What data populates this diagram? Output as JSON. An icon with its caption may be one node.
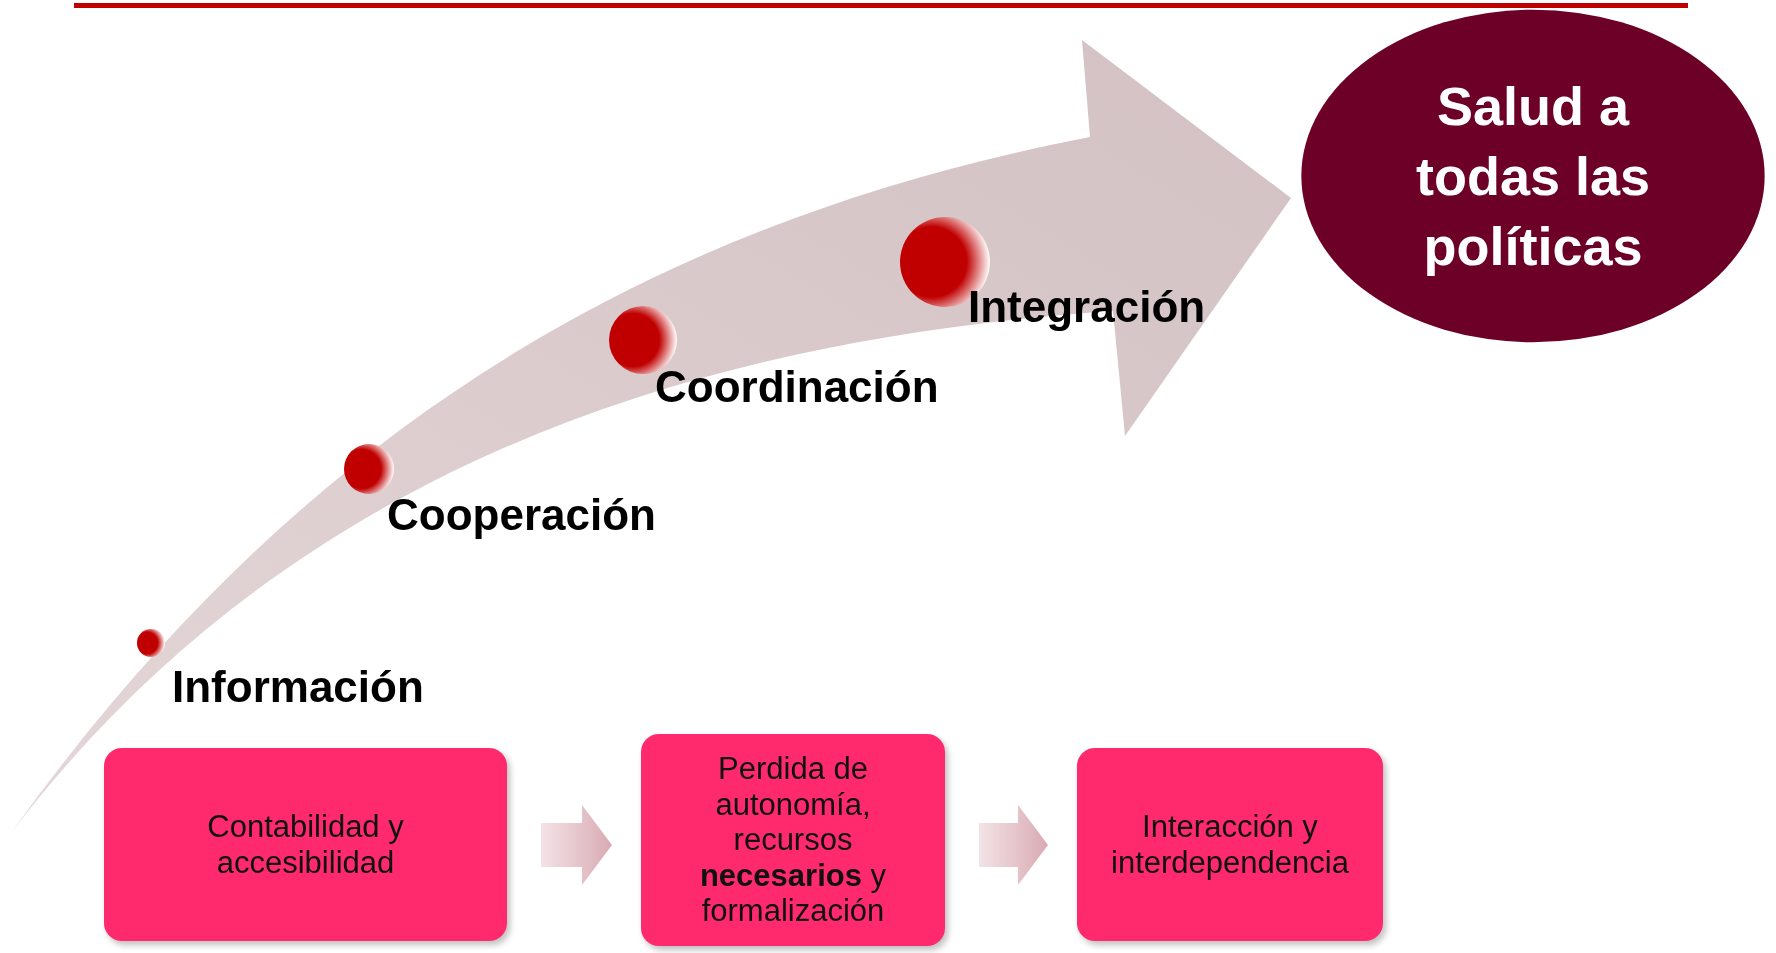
{
  "diagram": {
    "nodes": [
      {
        "text": [
          "Salud a todas las políticas"
        ]
      },
      {
        "text": [
          "Contabilidad y accesibilidad"
        ]
      },
      {
        "text": [
          "Perdida de autonomía, recursos **necesarios** y formalización"
        ]
      },
      {
        "text": [
          "Interacción y interdependencia"
        ]
      }
    ],
    "edges": [
      {
        "from": null,
        "to": 0,
        "arrow": "to",
        "style": "thick"
      },
      {
        "from": 1,
        "to": 2,
        "arrow": "to",
        "style": "thick"
      },
      {
        "from": 2,
        "to": 3,
        "arrow": "to",
        "style": "thick"
      }
    ],
    "labels": [
      "Integración",
      "Coordinación",
      "Cooperación",
      "Información"
    ]
  }
}
